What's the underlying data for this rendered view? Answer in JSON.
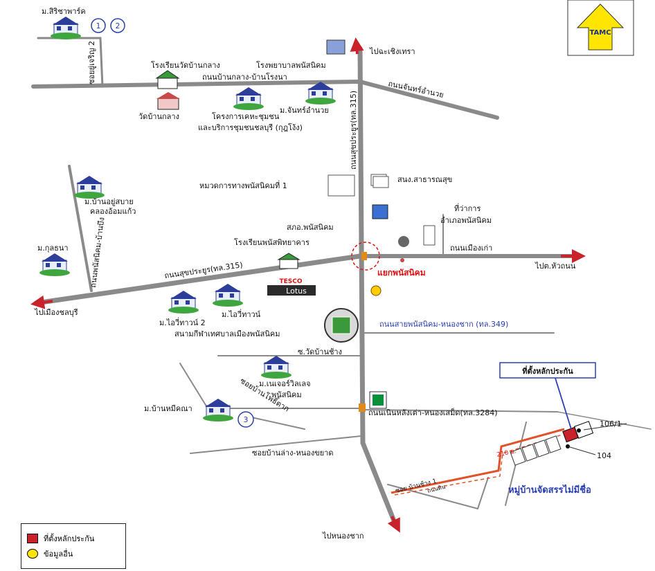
{
  "colors": {
    "road": "#8a8a8a",
    "route": "#e0522a",
    "marker_red": "#c9222b",
    "legend_yellow": "#ffe600",
    "label_blue": "#2a3fb0",
    "junction_red": "#d11111"
  },
  "badge": {
    "text": "TAMC",
    "icon": "up-arrow-badge-icon"
  },
  "labels": {
    "siratcha": "ม.สิริชาพาร์ค",
    "num1": "1",
    "num2": "2",
    "soi_yucharoen": "ซอยยู่เจริญ 2",
    "school_wat": "โรงเรียนวัดบ้านกลาง",
    "hospital": "โรงพยาบาลพนัสนิคม",
    "road_banklang": "ถนนบ้านกลาง-บ้านโรงนา",
    "to_chachoengsao": "ไปฉะเชิงเทรา",
    "road_chan": "ถนนจันทร์อำนวย",
    "temple": "วัดบ้านกลาง",
    "project_housing": "โครงการเคหะชุมชน",
    "project_housing2": "และบริการชุมชนชลบุรี (กุฎโง้ง)",
    "chan_village": "ม.จันทร์อำนวย",
    "road_sukprayoon_vertical": "ถนนสุขประยูร(ทล.315)",
    "highway_unit": "หมวดการทางพนัสนิคมที่ 1",
    "health_office": "สนง.สาธารณสุข",
    "district_office1": "ที่ว่าการ",
    "district_office2": "อำเภอพนัสนิคม",
    "police": "สภอ.พนัสนิคม",
    "muang_kao": "ถนนเมืองเก่า",
    "to_hua_thanon": "ไปต.หัวถนน",
    "school_phittaya": "โรงเรียนพนัสพิทยาคาร",
    "village_yusabai1": "ม.บ้านอยู่สบาย",
    "village_yusabai2": "คลองอ้อมแก้ว",
    "village_kunthana": "ม.กุลธนา",
    "road_vertical_left": "ถนนพนัสนิคม-บ้านบึง",
    "road_sukprayoon_horizontal": "ถนนสุขประยูร(ทล.315)",
    "tesco1": "TESCO",
    "tesco2": "Lotus",
    "junction": "แยกพนัสนิคม",
    "to_chonburi": "ไปเมืองชลบุรี",
    "villa_town2": "ม.ไอวี่ทาวน์ 2",
    "villa_town": "ม.ไอวี่ทาวน์",
    "stadium": "สนามกีฬาเทศบาลเมืองพนัสนิคม",
    "road_349": "ถนนสายพนัสนิคม-หนองชาก (ทล.349)",
    "soi_wat_ban_chang": "ซ.วัดบ้านช้าง",
    "nature_village1": "ม.เนเจอร์วิลเลจ",
    "nature_village2": "พนัสนิคม",
    "soi_ban_pho": "ซอยบ้านโพธิ์ตาก",
    "ban_mi_khana": "ม.บ้านหมีคณา",
    "num3": "3",
    "road_3284": "ถนนเนินหลังเต่า-หนองเสม็ด(ทล.3284)",
    "soi_banlang": "ซอยบ้านล่าง-หนองขยาด",
    "to_nong_chak": "ไปหนองชาก",
    "marker_title": "ที่ตั้งหลักประกัน",
    "plot_106": "106/1",
    "plot_104": "104",
    "distance": "210 ม.",
    "subdivision": "หมู่บ้านจัดสรรไม่มีชื่อ",
    "soi_ban_chang1": "ซอย บ้านช้าง 1",
    "thanon_din": "ถนนดิน"
  },
  "legend": {
    "items": [
      {
        "label": "ที่ตั้งหลักประกัน",
        "icon": "red-square-icon"
      },
      {
        "label": "ข้อมูลอื่น",
        "icon": "yellow-circle-icon"
      }
    ]
  }
}
